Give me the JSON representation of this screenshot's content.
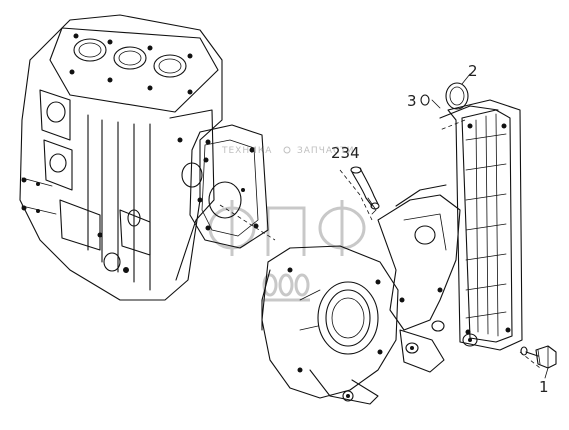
{
  "callouts": {
    "label_1": "1",
    "label_2": "2",
    "label_3": "3",
    "label_234": "234"
  },
  "watermark": {
    "line1": "ТЕХНИКА",
    "line2": "ЗАПЧАСТИ",
    "logo_text": "ФПФ"
  },
  "colors": {
    "ink": "#111111",
    "watermark": "#c8c8c8",
    "background": "#ffffff"
  }
}
